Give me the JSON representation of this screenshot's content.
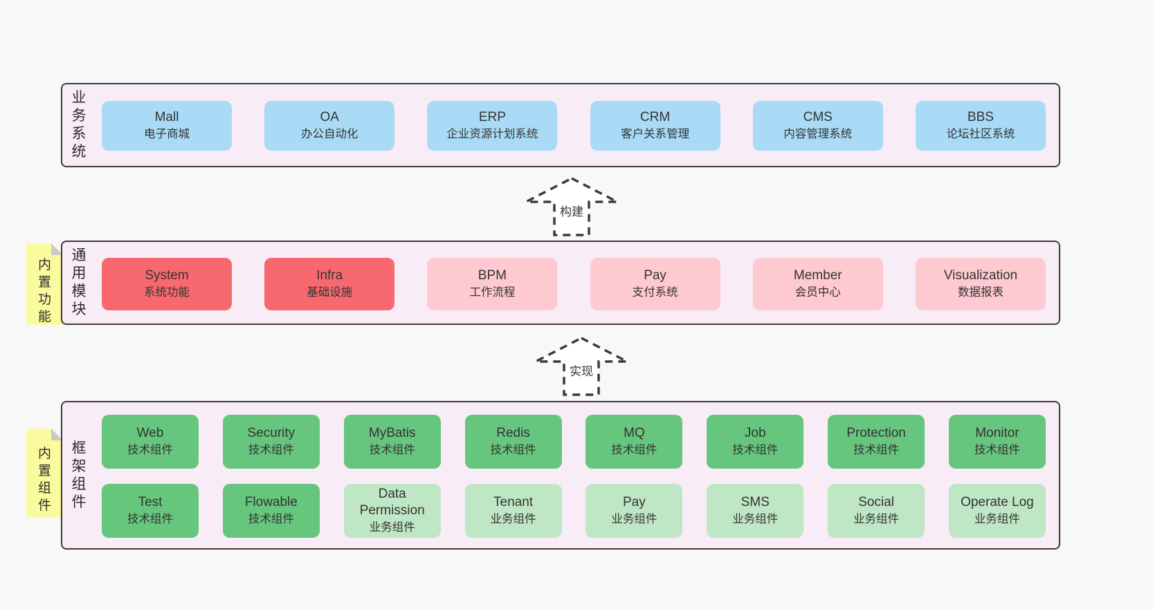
{
  "colors": {
    "page_bg": "#f8f8f8",
    "panel_bg": "#f8edf6",
    "panel_border": "#3a3a3a",
    "blue": "#a9dbf6",
    "red": "#f7696f",
    "pink": "#ffc9d2",
    "green": "#67c67e",
    "light_green": "#c0e7c5",
    "note_yellow": "#fafa9e",
    "note_fold_gray": "#c9c9c9",
    "text": "#333333"
  },
  "arrows": [
    {
      "label": "构建"
    },
    {
      "label": "实现"
    }
  ],
  "panels": [
    {
      "label": "业务系统",
      "boxes": [
        {
          "name": "Mall",
          "subtitle": "电子商城"
        },
        {
          "name": "OA",
          "subtitle": "办公自动化"
        },
        {
          "name": "ERP",
          "subtitle": "企业资源计划系统"
        },
        {
          "name": "CRM",
          "subtitle": "客户关系管理"
        },
        {
          "name": "CMS",
          "subtitle": "内容管理系统"
        },
        {
          "name": "BBS",
          "subtitle": "论坛社区系统"
        }
      ]
    },
    {
      "label": "通用模块",
      "note": "内置功能",
      "boxes": [
        {
          "name": "System",
          "subtitle": "系统功能"
        },
        {
          "name": "Infra",
          "subtitle": "基础设施"
        },
        {
          "name": "BPM",
          "subtitle": "工作流程"
        },
        {
          "name": "Pay",
          "subtitle": "支付系统"
        },
        {
          "name": "Member",
          "subtitle": "会员中心"
        },
        {
          "name": "Visualization",
          "subtitle": "数据报表"
        }
      ]
    },
    {
      "label": "框架组件",
      "note": "内置组件",
      "rows": [
        [
          {
            "name": "Web",
            "subtitle": "技术组件"
          },
          {
            "name": "Security",
            "subtitle": "技术组件"
          },
          {
            "name": "MyBatis",
            "subtitle": "技术组件"
          },
          {
            "name": "Redis",
            "subtitle": "技术组件"
          },
          {
            "name": "MQ",
            "subtitle": "技术组件"
          },
          {
            "name": "Job",
            "subtitle": "技术组件"
          },
          {
            "name": "Protection",
            "subtitle": "技术组件"
          },
          {
            "name": "Monitor",
            "subtitle": "技术组件"
          }
        ],
        [
          {
            "name": "Test",
            "subtitle": "技术组件"
          },
          {
            "name": "Flowable",
            "subtitle": "技术组件"
          },
          {
            "name": "Data Permission",
            "subtitle": "业务组件"
          },
          {
            "name": "Tenant",
            "subtitle": "业务组件"
          },
          {
            "name": "Pay",
            "subtitle": "业务组件"
          },
          {
            "name": "SMS",
            "subtitle": "业务组件"
          },
          {
            "name": "Social",
            "subtitle": "业务组件"
          },
          {
            "name": "Operate Log",
            "subtitle": "业务组件"
          }
        ]
      ]
    }
  ]
}
